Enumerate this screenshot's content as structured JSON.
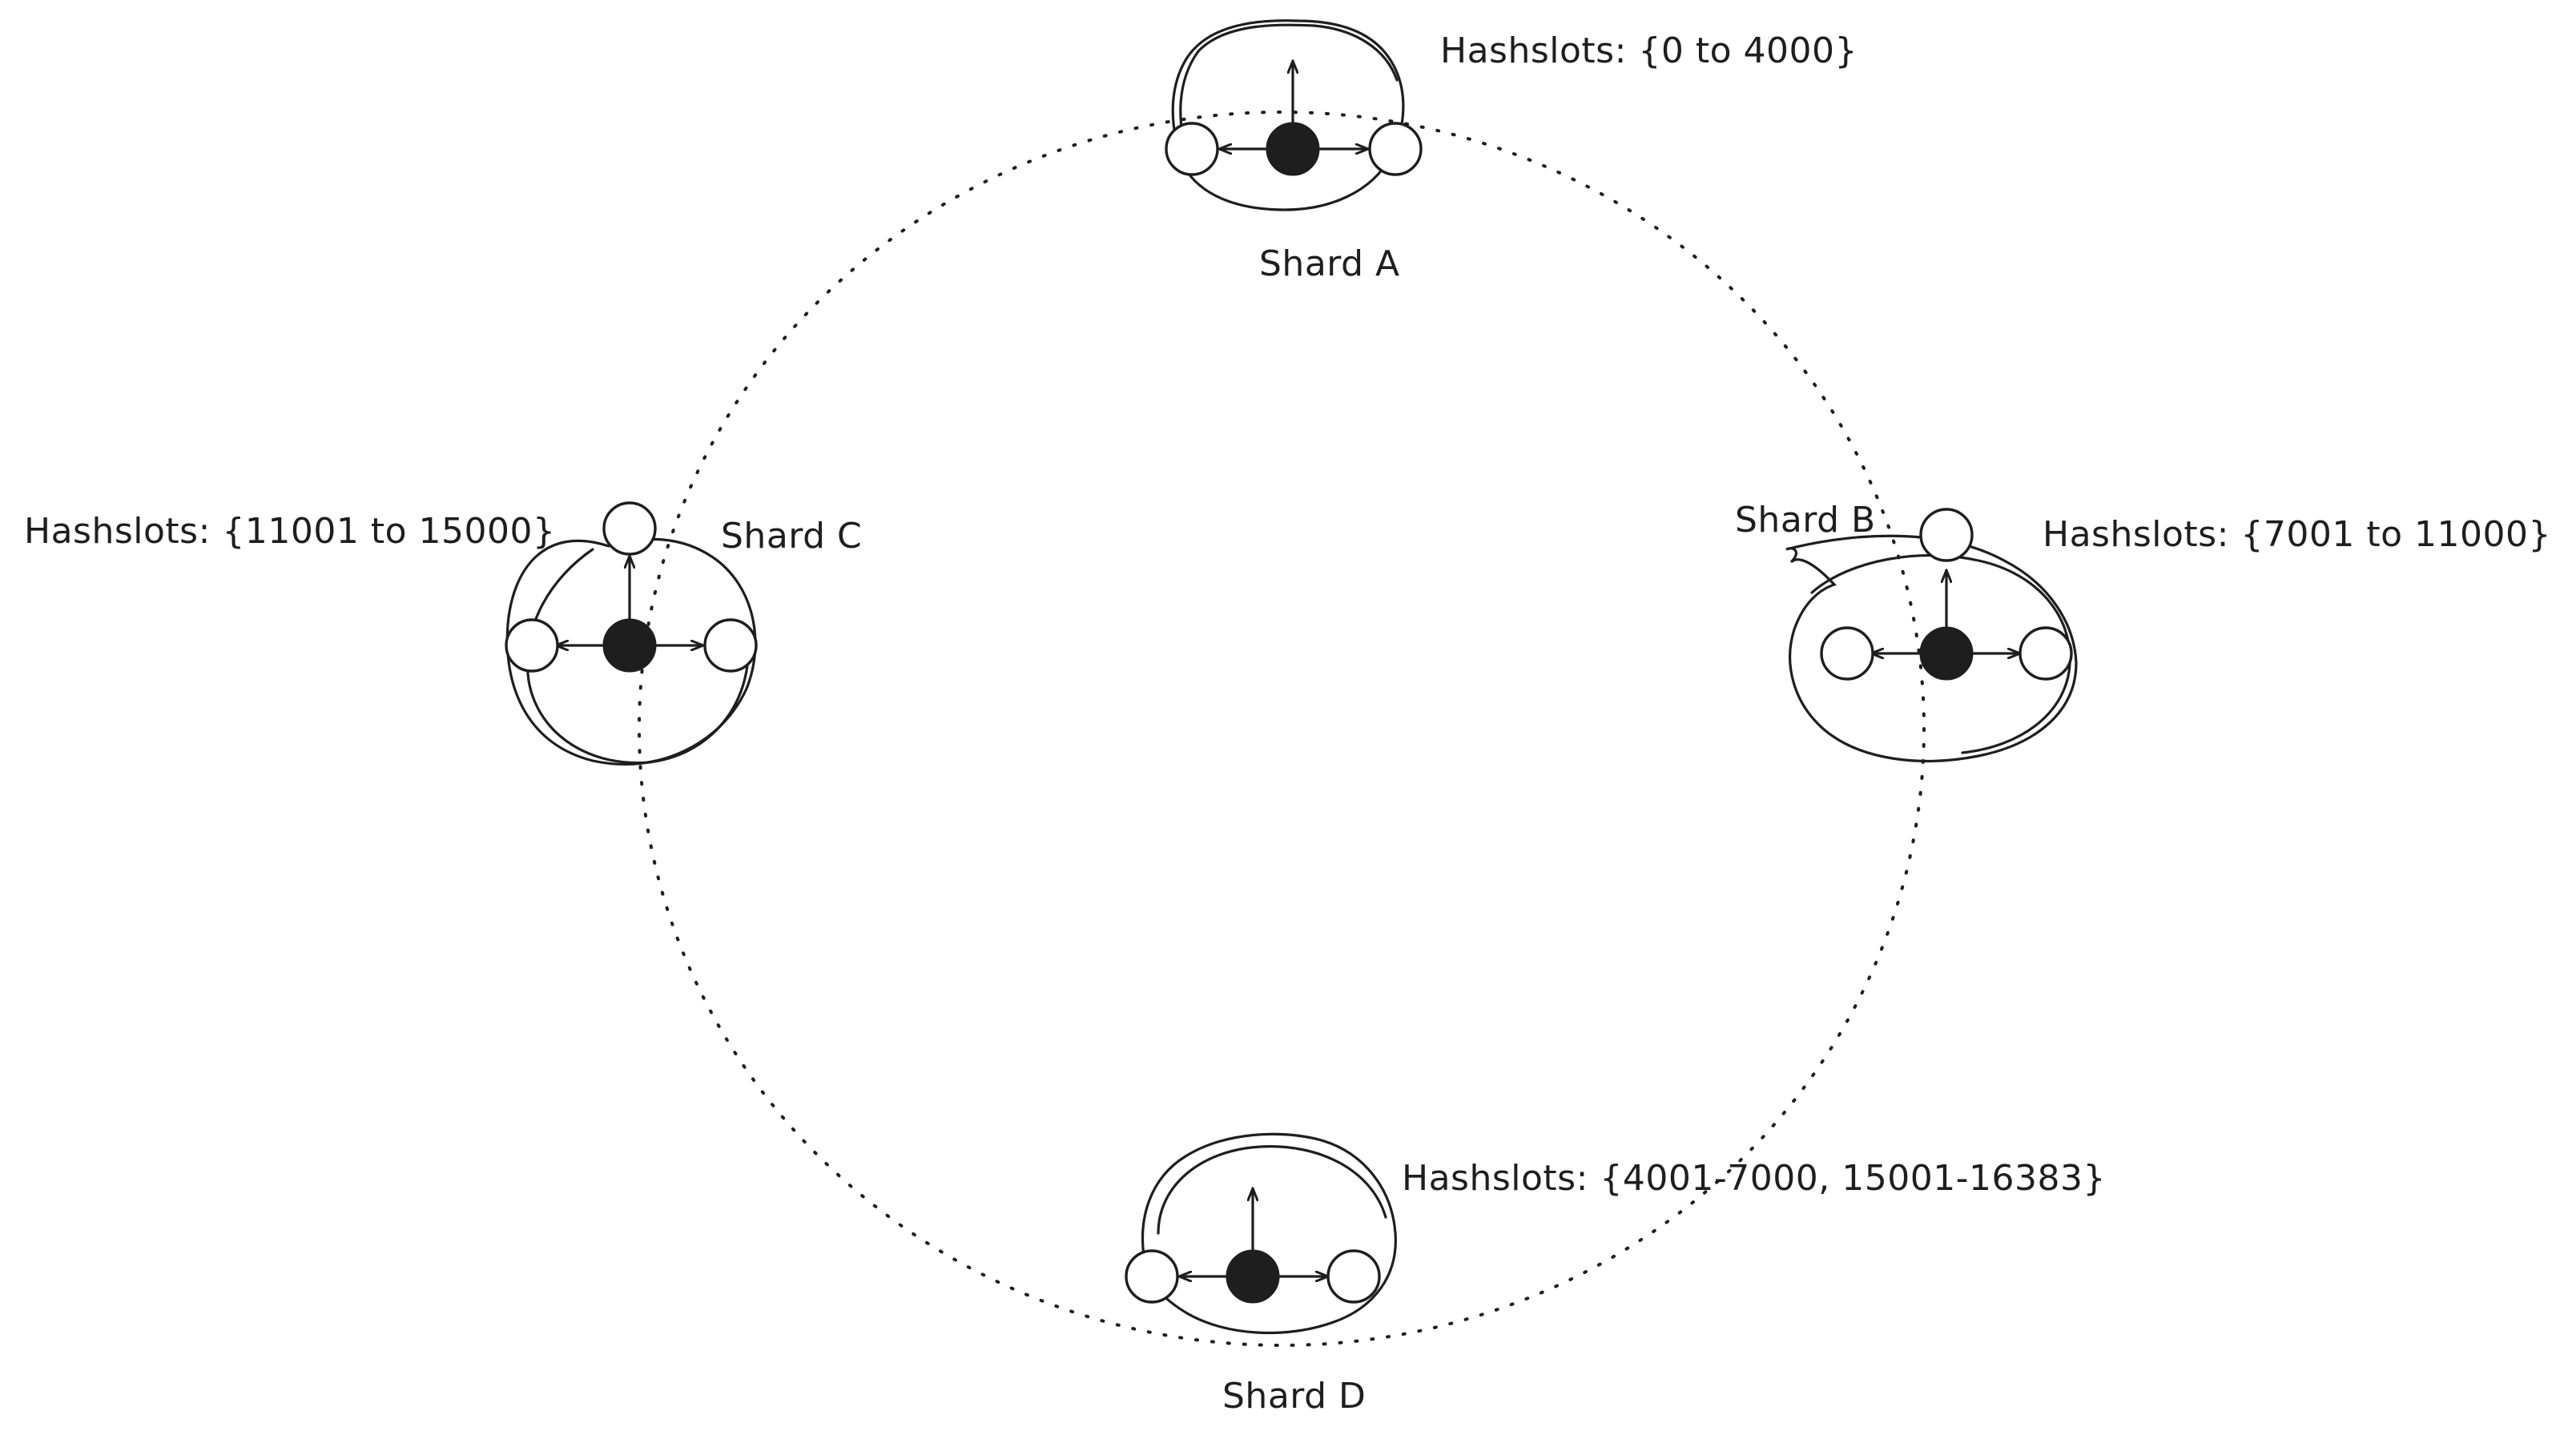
{
  "shards": [
    {
      "id": "a",
      "name": "Shard A",
      "hashslots": "Hashslots: {0 to 4000}"
    },
    {
      "id": "b",
      "name": "Shard B",
      "hashslots": "Hashslots: {7001 to 11000}"
    },
    {
      "id": "c",
      "name": "Shard C",
      "hashslots": "Hashslots: {11001 to 15000}"
    },
    {
      "id": "d",
      "name": "Shard D",
      "hashslots": "Hashslots: {4001-7000, 15001-16383}"
    }
  ],
  "colors": {
    "stroke": "#1e1e1e",
    "primary_node": "#1e1e1e",
    "replica_node": "#ffffff",
    "background": "#ffffff"
  }
}
